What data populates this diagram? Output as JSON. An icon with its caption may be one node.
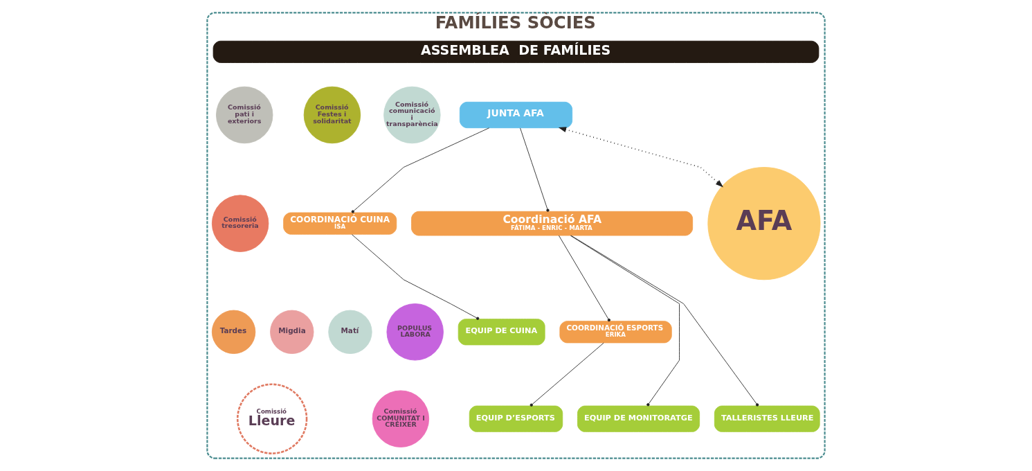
{
  "diagram": {
    "nodes": [
      {
        "text": [
          "FAMÍLIES SÒCIES"
        ]
      },
      {
        "text": [
          "ASSEMBLEA  DE FAMÍLIES"
        ],
        "in": 0
      },
      {
        "text": [
          "JUNTA AFA"
        ],
        "in": 0
      },
      {
        "text": [
          "COORDINACIÓ CUINA",
          "ISA"
        ],
        "in": 0
      },
      {
        "text": [
          "Coordinació AFA",
          "FÁTIMA - ENRIC - MARTA"
        ],
        "in": 0
      },
      {
        "text": [
          "EQUIP DE CUINA"
        ],
        "in": 0
      },
      {
        "text": [
          "COORDINACIÓ ESPORTS",
          "ERIKA"
        ],
        "in": 0
      },
      {
        "text": [
          "EQUIP DE MONITORATGE"
        ],
        "in": 0
      },
      {
        "text": [
          "EQUIP D’ESPORTS"
        ],
        "in": 0
      },
      {
        "text": [
          "TALLERISTES LLEURE"
        ],
        "in": 0
      },
      {
        "text": [
          "AFA"
        ],
        "in": 0
      },
      {
        "text": [
          "Comissió comunicació i transparència"
        ],
        "in": 0
      },
      {
        "text": [
          "Comissió Festes i solidaritat"
        ],
        "in": 0
      },
      {
        "text": [
          "Comissió pati i exteriors"
        ],
        "in": 0
      },
      {
        "text": [
          "Comissió tresoreria"
        ],
        "in": 0
      },
      {
        "text": [
          "POPULUS LABORA"
        ],
        "in": 0
      },
      {
        "text": [
          "Comissió COMUNITAT I CRÉIXER"
        ],
        "in": 0
      },
      {
        "text": [
          "Comissió",
          "Lleure"
        ],
        "in": 0
      },
      {
        "text": [
          "Matí"
        ],
        "in": 0
      },
      {
        "text": [
          "Migdia"
        ],
        "in": 0
      },
      {
        "text": [
          "Tardes"
        ],
        "in": 0
      }
    ],
    "edges": [
      {
        "from": 2,
        "to": 3,
        "arrow": "other"
      },
      {
        "from": 2,
        "to": 4,
        "arrow": "other"
      },
      {
        "from": 3,
        "to": 5,
        "arrow": "other"
      },
      {
        "from": 4,
        "to": 7,
        "arrow": "other"
      },
      {
        "from": 4,
        "to": 6,
        "arrow": "other"
      },
      {
        "from": 4,
        "to": 9,
        "arrow": "other"
      },
      {
        "from": 6,
        "to": 8,
        "arrow": "other"
      },
      {
        "from": 2,
        "to": 10,
        "arrow": "both",
        "style": "dashed"
      }
    ]
  }
}
